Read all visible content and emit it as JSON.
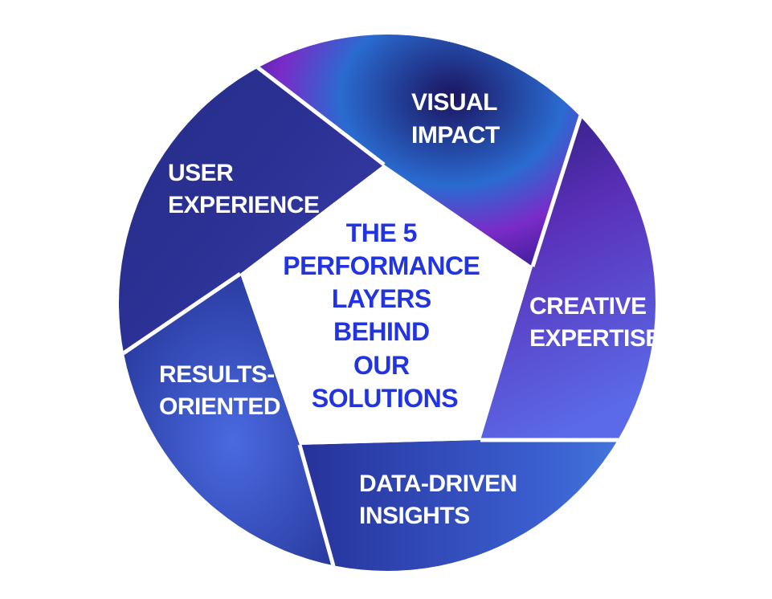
{
  "center_title": [
    "THE 5",
    "PERFORMANCE",
    "LAYERS",
    "BEHIND",
    "OUR",
    "SOLUTIONS"
  ],
  "segments": [
    {
      "label": [
        "VISUAL",
        "IMPACT"
      ],
      "color": "#3a1f9e"
    },
    {
      "label": [
        "CREATIVE",
        "EXPERTISE"
      ],
      "color": "#3b2fb0"
    },
    {
      "label": [
        "DATA-DRIVEN",
        "INSIGHTS"
      ],
      "color": "#2f3fb8"
    },
    {
      "label": [
        "RESULTS-",
        "ORIENTED"
      ],
      "color": "#2a3aa8"
    },
    {
      "label": [
        "USER",
        "EXPERIENCE"
      ],
      "color": "#24287e"
    }
  ],
  "colors": {
    "title": "#2233e0",
    "divider": "#ffffff",
    "label": "#ffffff"
  }
}
